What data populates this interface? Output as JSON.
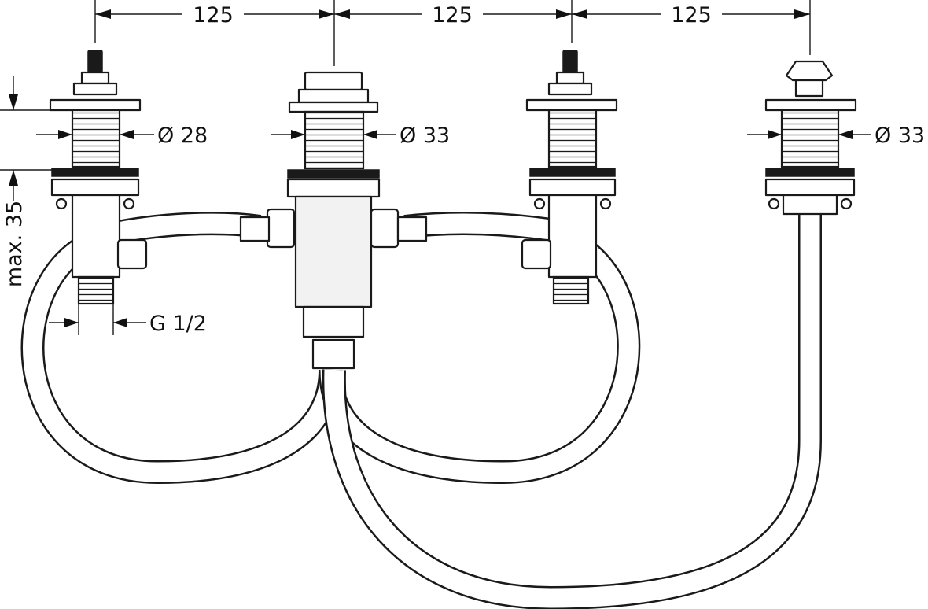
{
  "dimensions": {
    "spacing_1": "125",
    "spacing_2": "125",
    "spacing_3": "125",
    "diameter_left": "Ø 28",
    "diameter_center": "Ø 33",
    "diameter_right": "Ø 33",
    "max_depth": "max. 35",
    "thread": "G 1/2"
  }
}
